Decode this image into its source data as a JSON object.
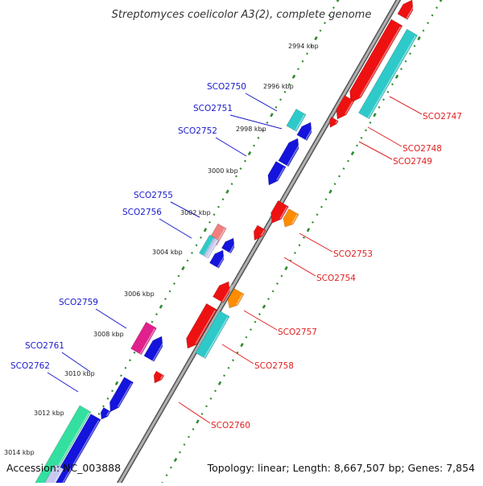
{
  "title": "Streptomyces coelicolor A3(2), complete genome",
  "footer": {
    "accession": "Accession: NC_003888",
    "summary": "Topology: linear; Length: 8,667,507 bp; Genes: 7,854"
  },
  "colors": {
    "backbone": "#999999",
    "tick_major": "#2e8b2e",
    "tick_minor": "#2e8b2e",
    "label_left": "#1a1acc",
    "label_right": "#e02020",
    "gene_blue": "#1414dd",
    "gene_red": "#ee1111",
    "gene_cyan": "#2ec9c9",
    "gene_orange": "#ff8c00",
    "gene_magenta": "#e0208c",
    "gene_pink": "#f08080",
    "gene_mint": "#33e0a0",
    "gene_lavender": "#c8c8f0"
  },
  "kbp_labels": [
    "2994 kbp",
    "2996 kbp",
    "2998 kbp",
    "3000 kbp",
    "3002 kbp",
    "3004 kbp",
    "3006 kbp",
    "3008 kbp",
    "3010 kbp",
    "3012 kbp",
    "3014 kbp"
  ],
  "gene_labels_left": [
    "SCO2750",
    "SCO2751",
    "SCO2752",
    "SCO2755",
    "SCO2756",
    "SCO2759",
    "SCO2761",
    "SCO2762"
  ],
  "gene_labels_right": [
    "SCO2747",
    "SCO2748",
    "SCO2749",
    "SCO2753",
    "SCO2754",
    "SCO2757",
    "SCO2758",
    "SCO2760"
  ]
}
